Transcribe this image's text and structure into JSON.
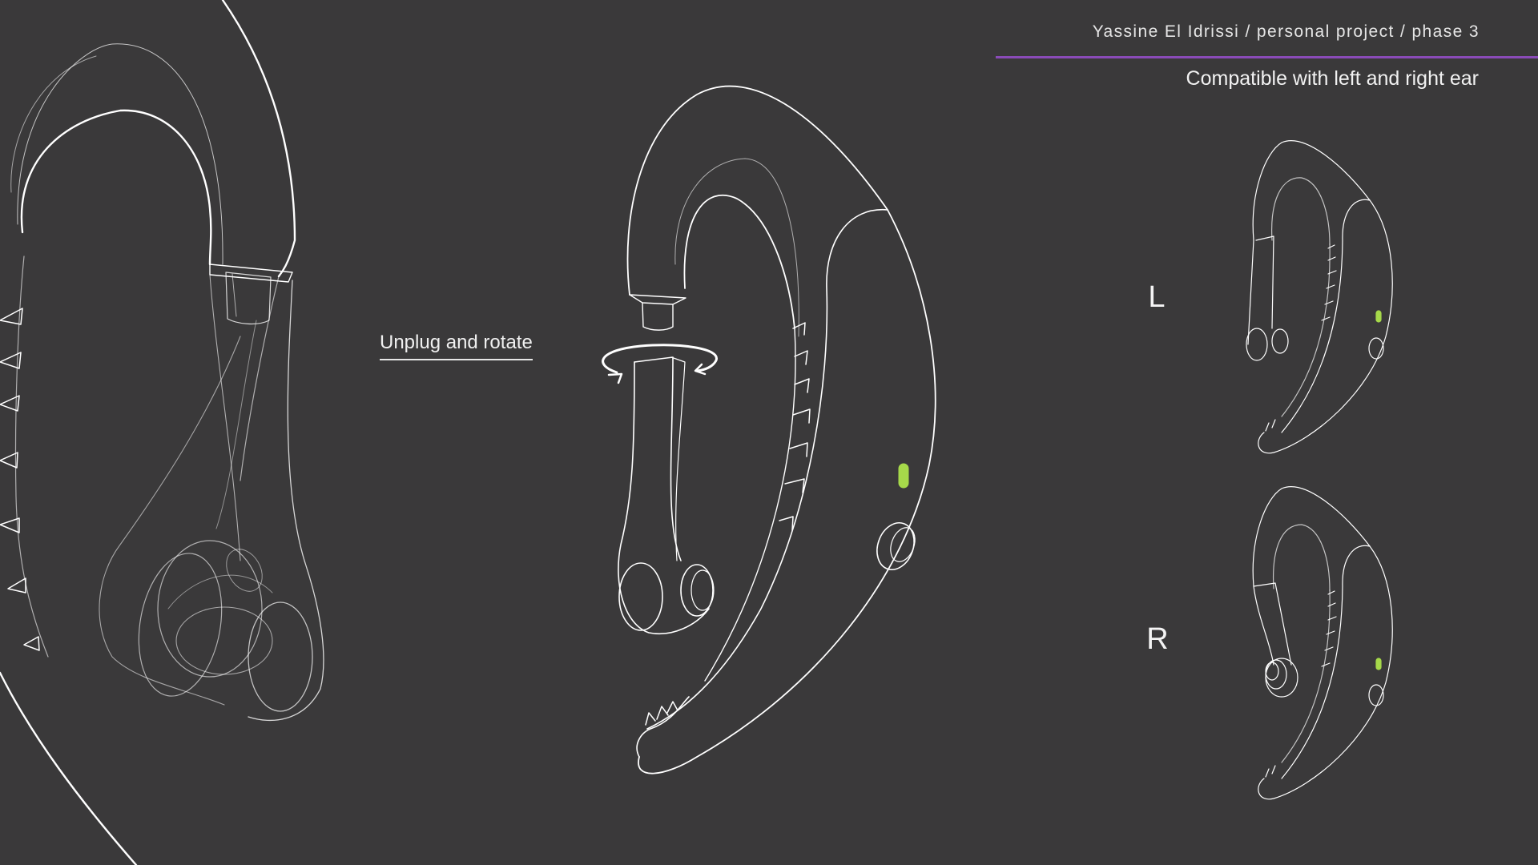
{
  "header": {
    "credit": "Yassine El Idrissi / personal project / phase 3",
    "subtitle": "Compatible with left and right ear",
    "accent_color": "#8a4bb8"
  },
  "steps": {
    "unplug_label": "Unplug and rotate"
  },
  "variants": {
    "left_label": "L",
    "right_label": "R"
  },
  "colors": {
    "background": "#3a393a",
    "line": "#ffffff",
    "indicator_led": "#a6d94a"
  },
  "icons": {
    "rotate": "rotate-arrow-icon"
  }
}
